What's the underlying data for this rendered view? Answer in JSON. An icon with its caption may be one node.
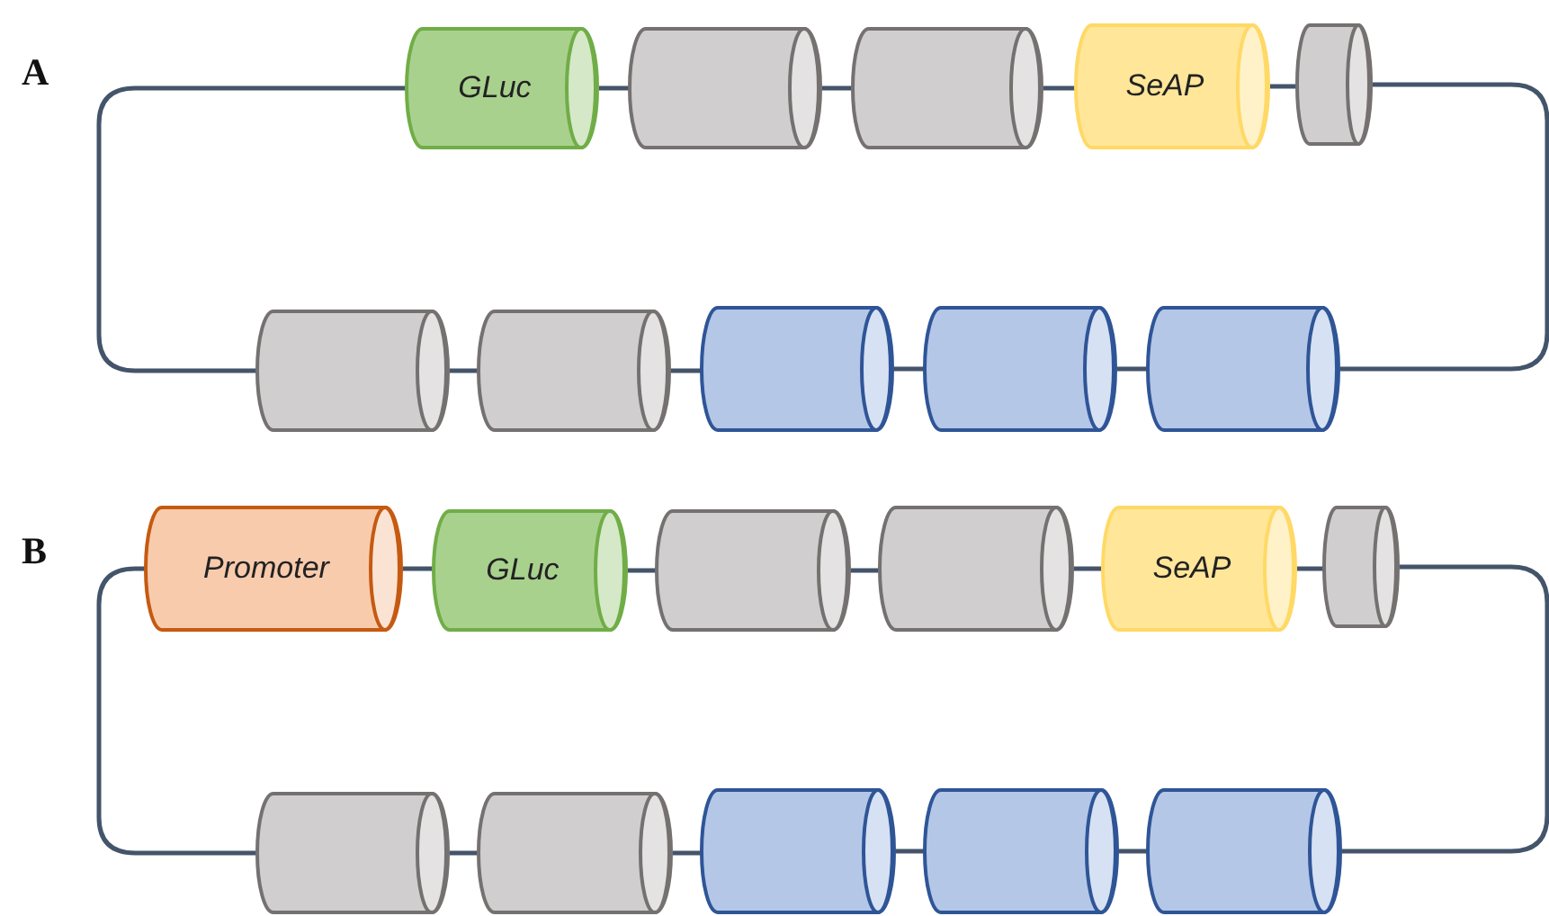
{
  "diagram": {
    "nodes": [
      {
        "text": [
          "GLuc"
        ]
      },
      {
        "text": [],
        "shape": "cylinder"
      },
      {
        "text": [],
        "shape": "cylinder"
      },
      {
        "text": [
          "SeAP"
        ]
      },
      {
        "text": [],
        "shape": "cylinder"
      },
      {
        "text": [],
        "shape": "cylinder"
      },
      {
        "text": [],
        "shape": "cylinder"
      },
      {
        "text": [],
        "shape": "cylinder"
      },
      {
        "text": [],
        "shape": "cylinder"
      },
      {
        "text": [],
        "shape": "cylinder"
      },
      {
        "text": [
          "Promoter"
        ]
      },
      {
        "text": [
          "GLuc"
        ]
      },
      {
        "text": [],
        "shape": "cylinder"
      },
      {
        "text": [],
        "shape": "cylinder"
      },
      {
        "text": [
          "SeAP"
        ]
      },
      {
        "text": [],
        "shape": "cylinder"
      },
      {
        "text": [],
        "shape": "cylinder"
      },
      {
        "text": [],
        "shape": "cylinder"
      },
      {
        "text": [],
        "shape": "cylinder"
      },
      {
        "text": [],
        "shape": "cylinder"
      },
      {
        "text": [],
        "shape": "cylinder"
      }
    ],
    "edges": [
      {
        "from": 0,
        "to": 1,
        "arrow": "none"
      },
      {
        "from": 1,
        "to": 2,
        "arrow": "none"
      },
      {
        "from": 2,
        "to": 3,
        "arrow": "none"
      },
      {
        "from": 3,
        "to": 4,
        "arrow": "none"
      },
      {
        "from": 4,
        "to": 9,
        "arrow": "none"
      },
      {
        "from": 0,
        "to": 5,
        "arrow": "none"
      },
      {
        "from": 5,
        "to": 6,
        "arrow": "none"
      },
      {
        "from": 6,
        "to": 7,
        "arrow": "none"
      },
      {
        "from": 7,
        "to": 8,
        "arrow": "none"
      },
      {
        "from": 8,
        "to": 9,
        "arrow": "none"
      },
      {
        "from": 10,
        "to": 11,
        "arrow": "none"
      },
      {
        "from": 11,
        "to": 12,
        "arrow": "none"
      },
      {
        "from": 12,
        "to": 13,
        "arrow": "none"
      },
      {
        "from": 13,
        "to": 14,
        "arrow": "none"
      },
      {
        "from": 14,
        "to": 15,
        "arrow": "none"
      },
      {
        "from": 15,
        "to": 20,
        "arrow": "none"
      },
      {
        "from": 10,
        "to": 16,
        "arrow": "none"
      },
      {
        "from": 16,
        "to": 17,
        "arrow": "none"
      },
      {
        "from": 17,
        "to": 18,
        "arrow": "none"
      },
      {
        "from": 18,
        "to": 19,
        "arrow": "none"
      },
      {
        "from": 19,
        "to": 20,
        "arrow": "none"
      }
    ],
    "labels": [
      "A",
      "B"
    ]
  }
}
